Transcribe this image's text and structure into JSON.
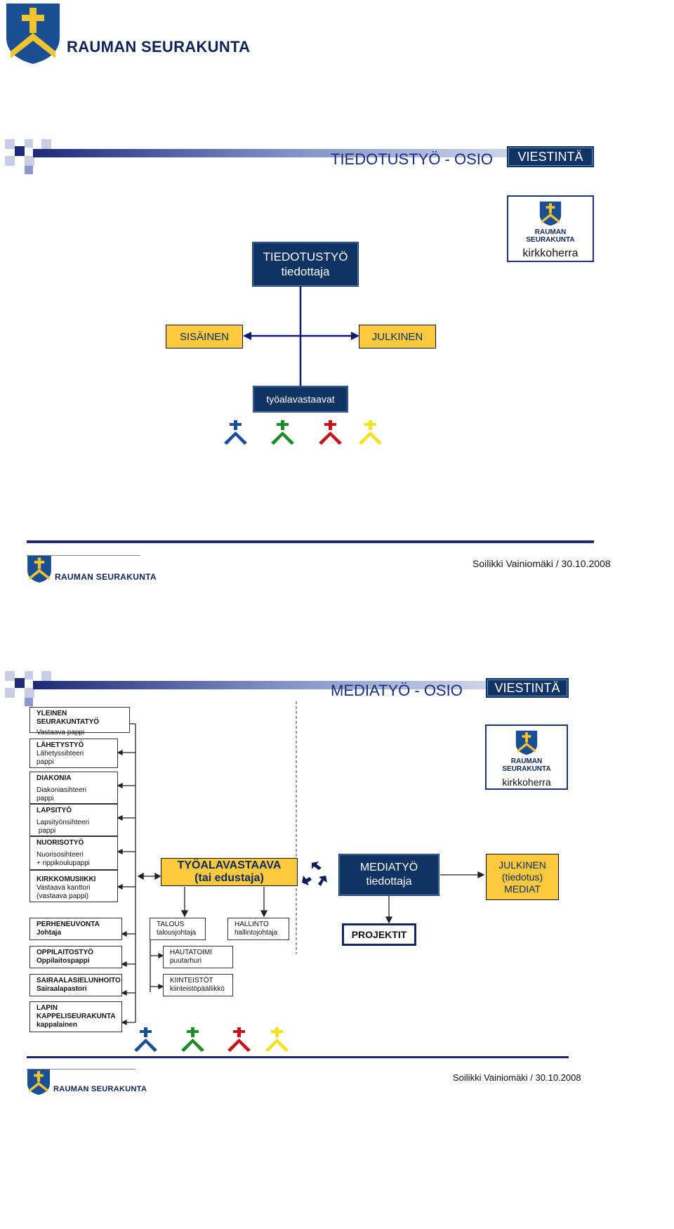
{
  "brand": {
    "name": "RAUMAN SEURAKUNTA",
    "logo_colors": {
      "shield": "#1a4f93",
      "cross": "#f4c430"
    }
  },
  "slide1": {
    "title": "TIEDOTUSTYÖ - OSIO",
    "badge": "VIESTINTÄ",
    "logo_card": {
      "line1": "RAUMAN",
      "line2": "SEURAKUNTA",
      "label": "kirkkoherra"
    },
    "main_box": {
      "line1": "TIEDOTUSTYÖ",
      "line2": "tiedottaja"
    },
    "left_box": "SISÄINEN",
    "right_box": "JULKINEN",
    "bottom_box": "työalavastaavat",
    "cross_colors": [
      "#1a4f93",
      "#1f8a2a",
      "#c2151b",
      "#f1e21e"
    ],
    "footer": "Soilikki Vainiomäki / 30.10.2008"
  },
  "slide2": {
    "title": "MEDIATYÖ - OSIO",
    "badge": "VIESTINTÄ",
    "logo_card": {
      "line1": "RAUMAN",
      "line2": "SEURAKUNTA",
      "label": "kirkkoherra"
    },
    "units": [
      {
        "title": "YLEINEN SEURAKUNTATYÖ",
        "lines": [
          "Vastaava pappi"
        ]
      },
      {
        "title": "LÄHETYSTYÖ",
        "lines": [
          "Lähetyssihteeri",
          "pappi"
        ]
      },
      {
        "title": "DIAKONIA",
        "lines": [
          "Diakoniasihteeri",
          "pappi"
        ]
      },
      {
        "title": "LAPSITYÖ",
        "lines": [
          "Lapsityönsihteeri",
          " pappi"
        ]
      },
      {
        "title": "NUORISOTYÖ",
        "lines": [
          "Nuorisosihteeri",
          "+ rippikoulupappi"
        ]
      },
      {
        "title": "KIRKKOMUSIIKKI",
        "lines": [
          "Vastaava kanttori",
          "(vastaava pappi)"
        ]
      }
    ],
    "lower_units": [
      {
        "title": "PERHENEUVONTA",
        "lines": [
          "Johtaja"
        ]
      },
      {
        "title": "OPPILAITOSTYÖ",
        "lines": [
          "Oppilaitospappi"
        ]
      },
      {
        "title": "SAIRAALASIELUNHOITO",
        "lines": [
          "Sairaalapastori"
        ]
      },
      {
        "title": "LAPIN",
        "lines": [
          "KAPPELISEURAKUNTA",
          "kappalainen"
        ]
      }
    ],
    "admin_units": [
      {
        "title": "TALOUS",
        "lines": [
          "talousjohtaja"
        ]
      },
      {
        "title": "HALLINTO",
        "lines": [
          "hallintojohtaja"
        ]
      },
      {
        "title": "HAUTATOIMI",
        "lines": [
          "puutarhuri"
        ]
      },
      {
        "title": "KIINTEISTÖT",
        "lines": [
          "kiinteistöpäällikkö"
        ]
      }
    ],
    "tyoala_box": {
      "line1": "TYÖALAVASTAAVA",
      "line2": "(tai edustaja)"
    },
    "media_box": {
      "line1": "MEDIATYÖ",
      "line2": "tiedottaja"
    },
    "julkinen_box": {
      "line1": "JULKINEN",
      "line2": "(tiedotus)",
      "line3": "MEDIAT"
    },
    "projektit": "PROJEKTIT",
    "cross_colors": [
      "#1a4f93",
      "#1f8a2a",
      "#c2151b",
      "#f1e21e"
    ],
    "footer": "Soilikki Vainiomäki / 30.10.2008"
  }
}
